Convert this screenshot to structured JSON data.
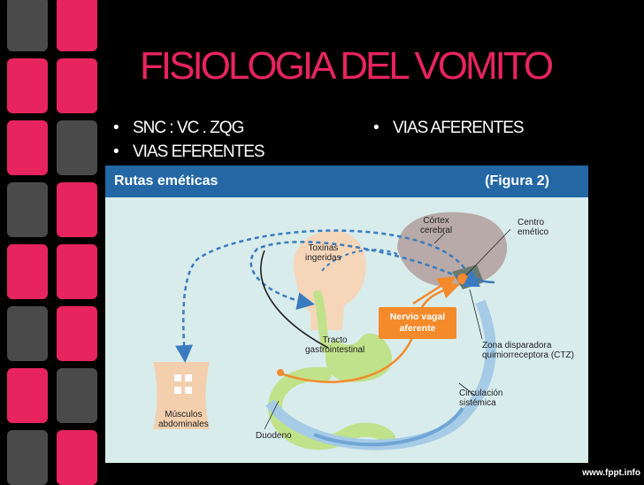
{
  "slide": {
    "title": "FISIOLOGIA DEL VOMITO",
    "bullets_left": [
      "SNC : VC . ZQG",
      "VIAS EFERENTES"
    ],
    "bullets_right": [
      "VIAS AFERENTES"
    ],
    "bullet_symbol": "•",
    "credit": "www.fppt.info"
  },
  "figure": {
    "title": "Rutas eméticas",
    "number": "(Figura 2)",
    "labels": {
      "cortex": [
        "Córtex",
        "cerebral"
      ],
      "centro": [
        "Centro",
        "emético"
      ],
      "toxinas": [
        "Toxinas",
        "ingeridas"
      ],
      "nervio": [
        "Nervio vagal",
        "aferente"
      ],
      "zona": [
        "Zona disparadora",
        "quimiorreceptora (CTZ)"
      ],
      "tracto": [
        "Tracto",
        "gastrointestinal"
      ],
      "circulacion": [
        "Circulación",
        "sistémica"
      ],
      "musculos": [
        "Músculos",
        "abdominales"
      ],
      "duodeno": "Duodeno"
    }
  },
  "colors": {
    "accent": "#e8245e",
    "tile_gray": "#4a4a4a",
    "header_blue": "#2367a5",
    "figure_bg": "#d8ecec",
    "orange": "#f58a2b",
    "dashed_blue": "#3a7bbf"
  }
}
